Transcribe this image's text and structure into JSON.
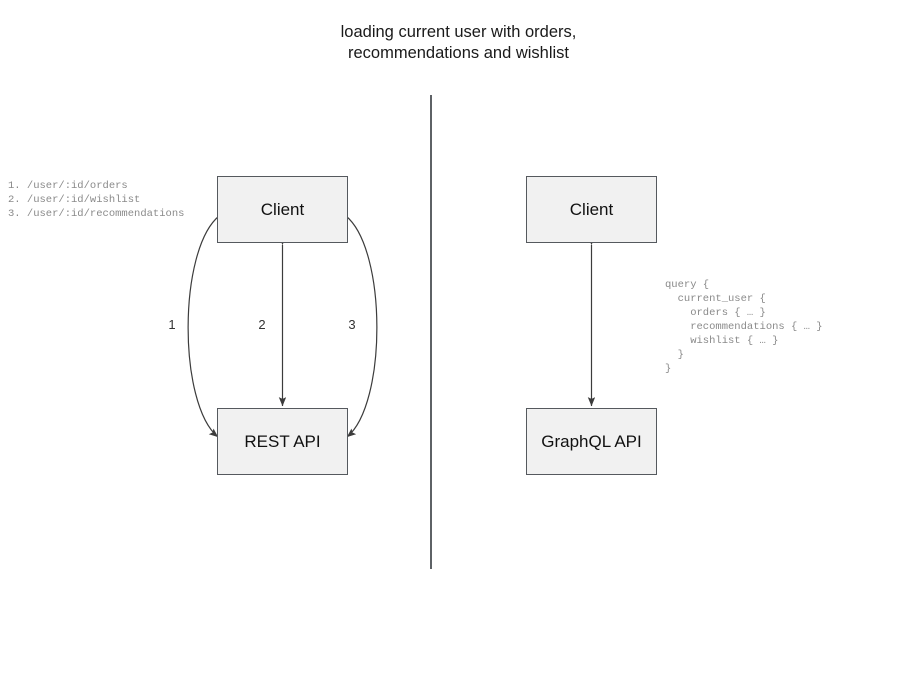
{
  "title": "loading current user with orders,\nrecommendations and wishlist",
  "divider": {
    "name": "vertical-divider",
    "color": "#5e6266"
  },
  "rest_side": {
    "endpoints": "1. /user/:id/orders\n2. /user/:id/wishlist\n3. /user/:id/recommendations",
    "nodes": [
      {
        "id": "client",
        "label": "Client"
      },
      {
        "id": "rest-api",
        "label": "REST API"
      }
    ],
    "edges": [
      {
        "id": "edge-1",
        "label": "1",
        "shape": "curve-left",
        "arrows": "both"
      },
      {
        "id": "edge-2",
        "label": "2",
        "shape": "straight",
        "arrows": "both"
      },
      {
        "id": "edge-3",
        "label": "3",
        "shape": "curve-right",
        "arrows": "both"
      }
    ]
  },
  "graphql_side": {
    "nodes": [
      {
        "id": "client",
        "label": "Client"
      },
      {
        "id": "graphql-api",
        "label": "GraphQL API"
      }
    ],
    "edges": [
      {
        "id": "edge-query",
        "shape": "straight",
        "arrows": "both"
      }
    ],
    "query": "query {\n  current_user {\n    orders { … }\n    recommendations { … }\n    wishlist { … }\n  }\n}"
  },
  "colors": {
    "node_fill": "#f1f1f1",
    "node_stroke": "#55595e",
    "edge_stroke": "#3c3c3c",
    "code_text": "#8a8a8a",
    "title_text": "#1a1a1a"
  }
}
